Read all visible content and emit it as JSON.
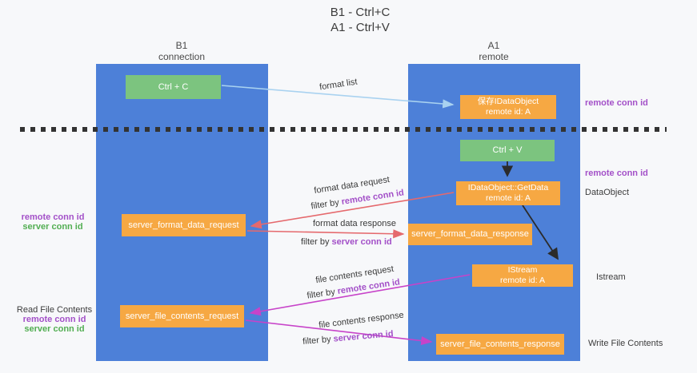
{
  "title": {
    "line1": "B1 - Ctrl+C",
    "line2": "A1 - Ctrl+V"
  },
  "lanes": {
    "left": {
      "title": "B1",
      "subtitle": "connection"
    },
    "right": {
      "title": "A1",
      "subtitle": "remote"
    }
  },
  "boxes": {
    "ctrl_c": {
      "label": "Ctrl + C"
    },
    "ctrl_v": {
      "label": "Ctrl + V"
    },
    "save_dataobject": {
      "line1": "保存IDataObject",
      "line2": "remote id: A"
    },
    "getdata": {
      "line1": "IDataObject::GetData",
      "line2": "remote id: A"
    },
    "istream": {
      "line1": "IStream",
      "line2": "remote id: A"
    },
    "format_request": {
      "label": "server_format_data_request"
    },
    "format_response": {
      "label": "server_format_data_response"
    },
    "file_request": {
      "label": "server_file_contents_request"
    },
    "file_response": {
      "label": "server_file_contents_response"
    }
  },
  "labels": {
    "format_list": "format list",
    "format_data_request": "format data request",
    "format_data_response": "format data response",
    "file_contents_request": "file contents request",
    "file_contents_response": "file contents response",
    "filter_by": "filter by",
    "remote_conn_id": "remote conn id",
    "server_conn_id": "server conn id",
    "read_file_contents": "Read File Contents",
    "write_file_contents": "Write File Contents",
    "dataobject": "DataObject",
    "istream": "Istream"
  },
  "colors": {
    "lane_blue": "#4d80d8",
    "box_orange": "#f6a843",
    "box_green": "#7cc47f",
    "arrow_light_blue": "#a9d2f0",
    "arrow_red": "#e5696d",
    "arrow_magenta": "#c743c9",
    "arrow_black": "#2b2b2b",
    "dashed_line": "#333333",
    "text_purple": "#a350c8",
    "text_green": "#52ae52",
    "background": "#f7f8fa"
  }
}
